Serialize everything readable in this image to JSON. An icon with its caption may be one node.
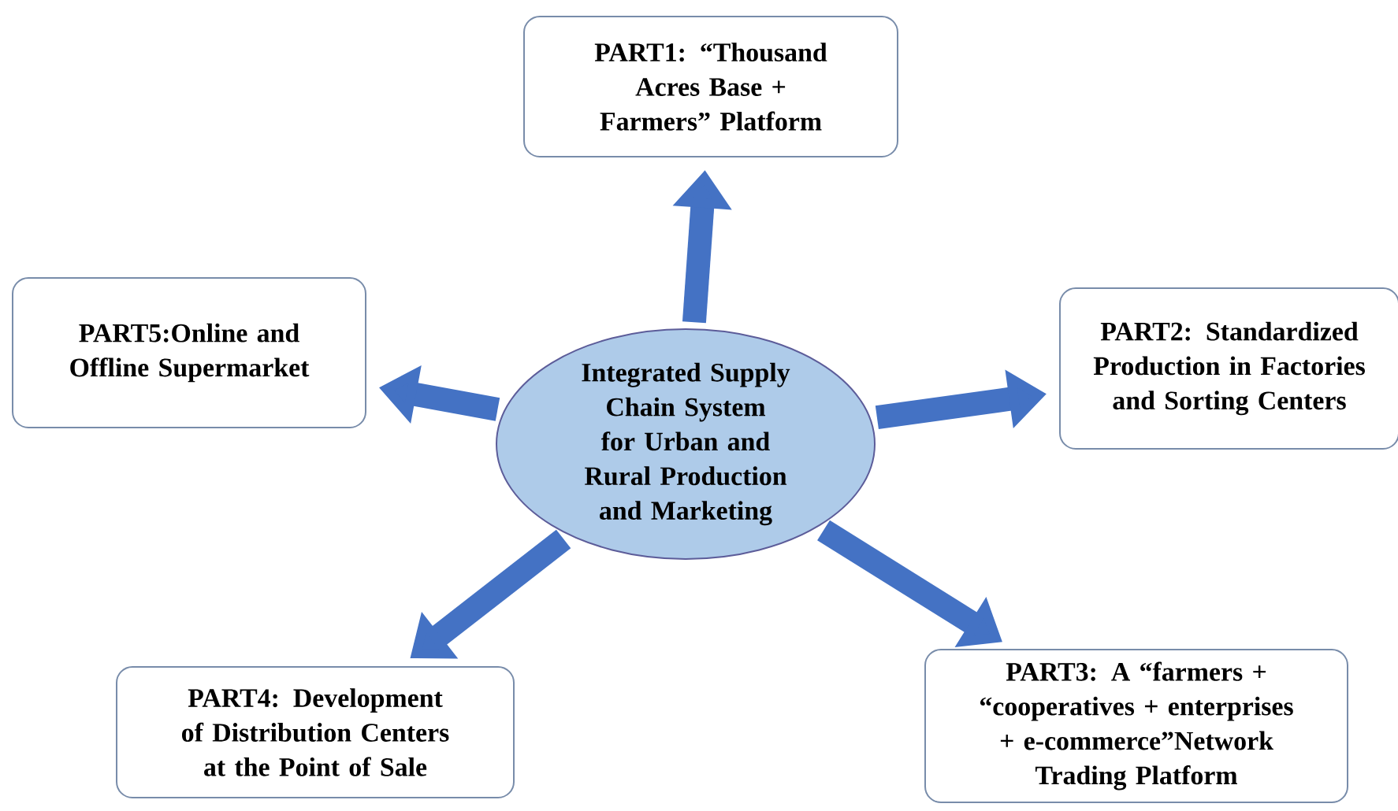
{
  "diagram": {
    "nodes": [
      {
        "text": [
          "Integrated Supply Chain System for Urban and Rural Production and Marketing"
        ]
      },
      {
        "text": [
          "PART1: “Thousand Acres Base + Farmers” Platform"
        ]
      },
      {
        "text": [
          "PART2: Standardized Production in Factories and Sorting Centers"
        ]
      },
      {
        "text": [
          "PART3: A “farmers + “cooperatives + enterprises + e-commerce”Network Trading Platform"
        ]
      },
      {
        "text": [
          "PART4: Development of Distribution Centers at the Point of Sale"
        ]
      },
      {
        "text": [
          "PART5:Online and Offline Supermarket"
        ]
      }
    ],
    "edges": [
      {
        "from": 0,
        "to": 1,
        "arrow": "to"
      },
      {
        "from": 0,
        "to": 2,
        "arrow": "to"
      },
      {
        "from": 0,
        "to": 3,
        "arrow": "to"
      },
      {
        "from": 0,
        "to": 4,
        "arrow": "to"
      },
      {
        "from": 0,
        "to": 5,
        "arrow": "to"
      }
    ]
  }
}
